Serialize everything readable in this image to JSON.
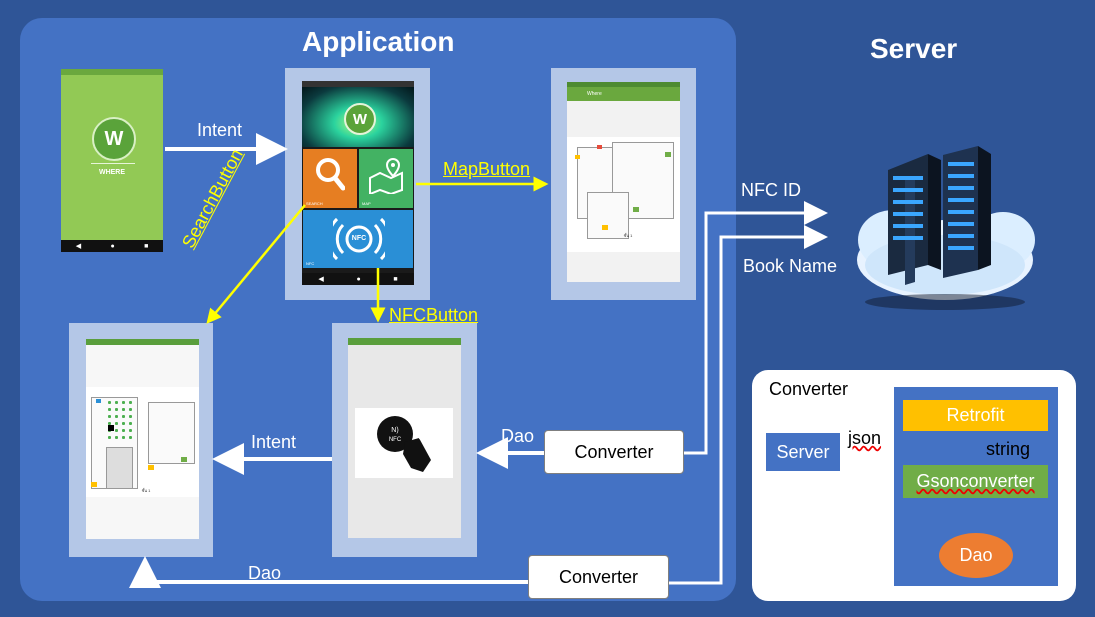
{
  "titles": {
    "application": "Application",
    "server": "Server"
  },
  "splash": {
    "logo_letter": "W",
    "app_name": "WHERE"
  },
  "menu": {
    "logo_letter": "W",
    "search_tile": "SEARCH",
    "map_tile": "MAP",
    "nfc_tile": "NFC",
    "nfc_badge": "NFC"
  },
  "map_screen": {
    "toolbar_title": "Where",
    "caption": "ชั้น 1"
  },
  "labels": {
    "intent_top": "Intent",
    "map_button": "MapButton",
    "search_button": "SearchButton",
    "nfc_button": "NFCButton",
    "intent_bottom": "Intent",
    "dao_middle": "Dao",
    "dao_bottom": "Dao",
    "nfc_id": "NFC ID",
    "book_name": "Book Name"
  },
  "converter_boxes": {
    "middle": "Converter",
    "bottom": "Converter"
  },
  "converter_panel": {
    "title": "Converter",
    "server": "Server",
    "json": "json",
    "retrofit": "Retrofit",
    "string": "string",
    "gson": "Gsonconverter",
    "dao": "Dao"
  },
  "colors": {
    "background": "#2f5597",
    "app_panel": "#4472c4",
    "frame": "#b4c7e7",
    "highlight_text": "#ffff00",
    "retrofit": "#ffc000",
    "gsonconverter": "#70ad47",
    "dao_ellipse": "#ed7d31"
  },
  "icons": [
    "search-icon",
    "map-icon",
    "nfc-icon",
    "server-rack-icon",
    "cloud-icon",
    "nfc-card-icon"
  ]
}
